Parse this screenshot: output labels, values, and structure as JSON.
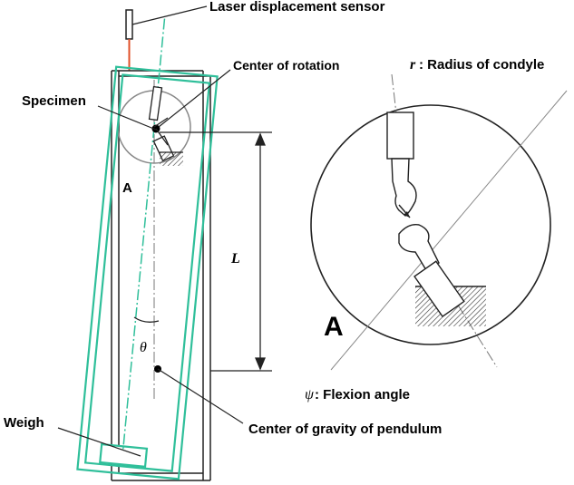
{
  "labels": {
    "laser_sensor": "Laser displacement sensor",
    "center_rotation": "Center of rotation",
    "specimen": "Specimen",
    "radius_condyle": ": Radius of condyle",
    "radius_symbol": "r",
    "flexion_angle": ": Flexion angle",
    "flexion_symbol": "ψ",
    "center_gravity": "Center of gravity of pendulum",
    "weigh": "Weigh",
    "length_symbol": "L",
    "theta_symbol": "θ",
    "detail_marker_small": "A",
    "detail_marker_large": "A"
  },
  "colors": {
    "pendulum": "#2fbf9a",
    "sensor_beam": "#e0502a",
    "line": "#222222",
    "circle": "#888888",
    "dashdot": "#2fbf9a"
  }
}
